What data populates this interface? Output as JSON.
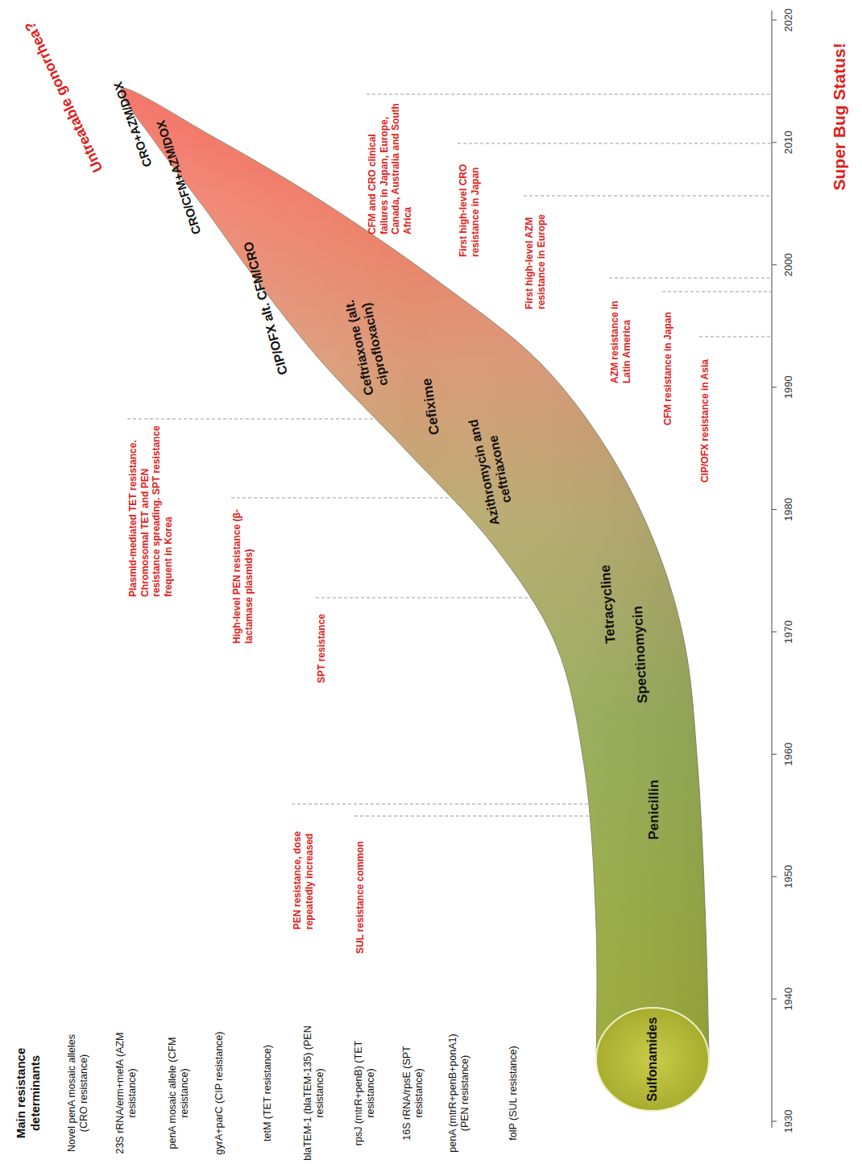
{
  "diagram": {
    "labels": [
      "Main resistance determinants",
      "Novel penA mosaic alleles (CRO resistance)",
      "23S rRNA/erm+mefA (AZM resistance)",
      "penA mosaic allele (CFM resistance)",
      "gyrA+parC (CIP resistance)",
      "tetM (TET resistance)",
      "blaTEM-1 (blaTEM-135) (PEN resistance)",
      "rpsJ (mtrR+penB) (TET resistance)",
      "16S rRNA/rpsE (SPT resistance)",
      "penA (mtrR+penB+ponA1) (PEN resistance)",
      "folP (SUL resistance)",
      "Sulfonamides",
      "Penicillin",
      "Spectinomycin",
      "Tetracycline",
      "Azithromycin and ceftriaxone",
      "Cefixime",
      "Ceftriaxone (alt. ciprofloxacin)",
      "CIP/OFX alt. CFM/CRO",
      "CRO/CFM+AZM/DOX",
      "CRO+AZM/DOX",
      "Untreatable gonorrhea?",
      "SUL resistance common",
      "PEN resistance, dose repeatedly increased",
      "SPT resistance",
      "High-level PEN resistance (β-lactamase plasmids)",
      "Plasmid-mediated TET resistance. Chromosomal TET and PEN resistance spreading. SPT resistance frequent in Korea",
      "CIP/OFX resistance in Asia",
      "CFM resistance in Japan",
      "AZM resistance in Latin America",
      "First high-level AZM resistance in Europe",
      "First high-level CRO resistance in Japan",
      "CFM and CRO clinical failures in Japan, Europe, Canada, Australia and South Africa",
      "1930",
      "1940",
      "1950",
      "1960",
      "1970",
      "1980",
      "1990",
      "2000",
      "2010",
      "2020",
      "Super Bug Status!"
    ]
  }
}
